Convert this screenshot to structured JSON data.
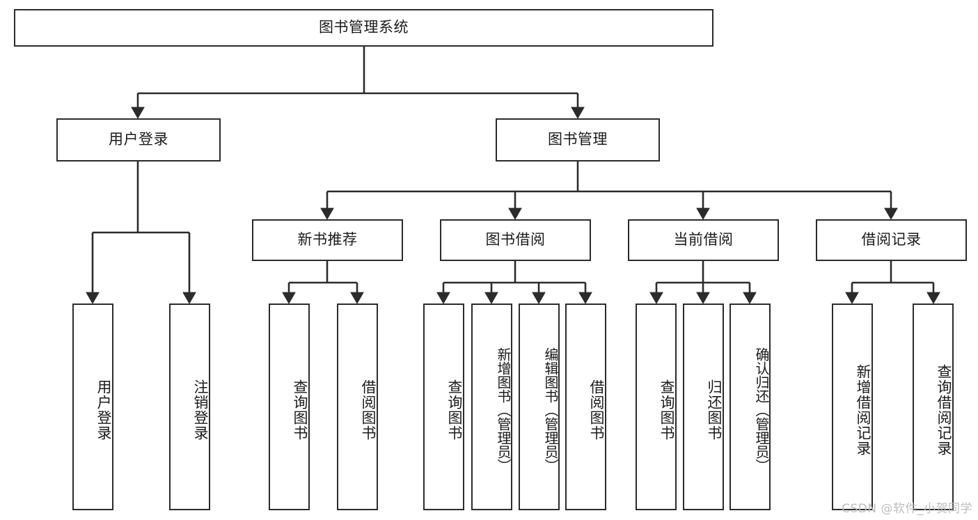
{
  "diagram": {
    "type": "tree-hierarchy",
    "title": "图书管理系统",
    "watermark": "CSDN @软件_小贺同学",
    "colors": {
      "stroke": "#2b2b2b",
      "fill": "#ffffff",
      "text": "#1a1a1a",
      "watermark": "#bdbdbd"
    },
    "levels": [
      {
        "level": 1,
        "nodes": [
          {
            "id": "root",
            "label": "图书管理系统",
            "orientation": "horizontal"
          }
        ]
      },
      {
        "level": 2,
        "nodes": [
          {
            "id": "user-login",
            "label": "用户登录",
            "orientation": "horizontal",
            "parent": "root"
          },
          {
            "id": "book-manage",
            "label": "图书管理",
            "orientation": "horizontal",
            "parent": "root"
          }
        ]
      },
      {
        "level": 3,
        "nodes": [
          {
            "id": "new-book-rec",
            "label": "新书推荐",
            "orientation": "horizontal",
            "parent": "book-manage"
          },
          {
            "id": "book-borrow",
            "label": "图书借阅",
            "orientation": "horizontal",
            "parent": "book-manage"
          },
          {
            "id": "current-borrow",
            "label": "当前借阅",
            "orientation": "horizontal",
            "parent": "book-manage"
          },
          {
            "id": "borrow-record",
            "label": "借阅记录",
            "orientation": "horizontal",
            "parent": "book-manage"
          }
        ]
      },
      {
        "level": 4,
        "nodes": [
          {
            "id": "leaf-user-login",
            "label": "用户登录",
            "orientation": "vertical",
            "parent": "user-login"
          },
          {
            "id": "leaf-logout-login",
            "label": "注销登录",
            "orientation": "vertical",
            "parent": "user-login"
          },
          {
            "id": "leaf-query-book-1",
            "label": "查询图书",
            "orientation": "vertical",
            "parent": "new-book-rec"
          },
          {
            "id": "leaf-borrow-book-1",
            "label": "借阅图书",
            "orientation": "vertical",
            "parent": "new-book-rec"
          },
          {
            "id": "leaf-query-book-2",
            "label": "查询图书",
            "orientation": "vertical",
            "parent": "book-borrow"
          },
          {
            "id": "leaf-add-book",
            "label": "新增图书（管理员）",
            "orientation": "vertical",
            "parent": "book-borrow"
          },
          {
            "id": "leaf-edit-book",
            "label": "编辑图书（管理员）",
            "orientation": "vertical",
            "parent": "book-borrow"
          },
          {
            "id": "leaf-borrow-book-2",
            "label": "借阅图书",
            "orientation": "vertical",
            "parent": "book-borrow"
          },
          {
            "id": "leaf-query-book-3",
            "label": "查询图书",
            "orientation": "vertical",
            "parent": "current-borrow"
          },
          {
            "id": "leaf-return-book",
            "label": "归还图书",
            "orientation": "vertical",
            "parent": "current-borrow"
          },
          {
            "id": "leaf-confirm-return",
            "label": "确认归还（管理员）",
            "orientation": "vertical",
            "parent": "current-borrow"
          },
          {
            "id": "leaf-add-record",
            "label": "新增借阅记录",
            "orientation": "vertical",
            "parent": "borrow-record"
          },
          {
            "id": "leaf-query-record",
            "label": "查询借阅记录",
            "orientation": "vertical",
            "parent": "borrow-record"
          }
        ]
      }
    ]
  }
}
